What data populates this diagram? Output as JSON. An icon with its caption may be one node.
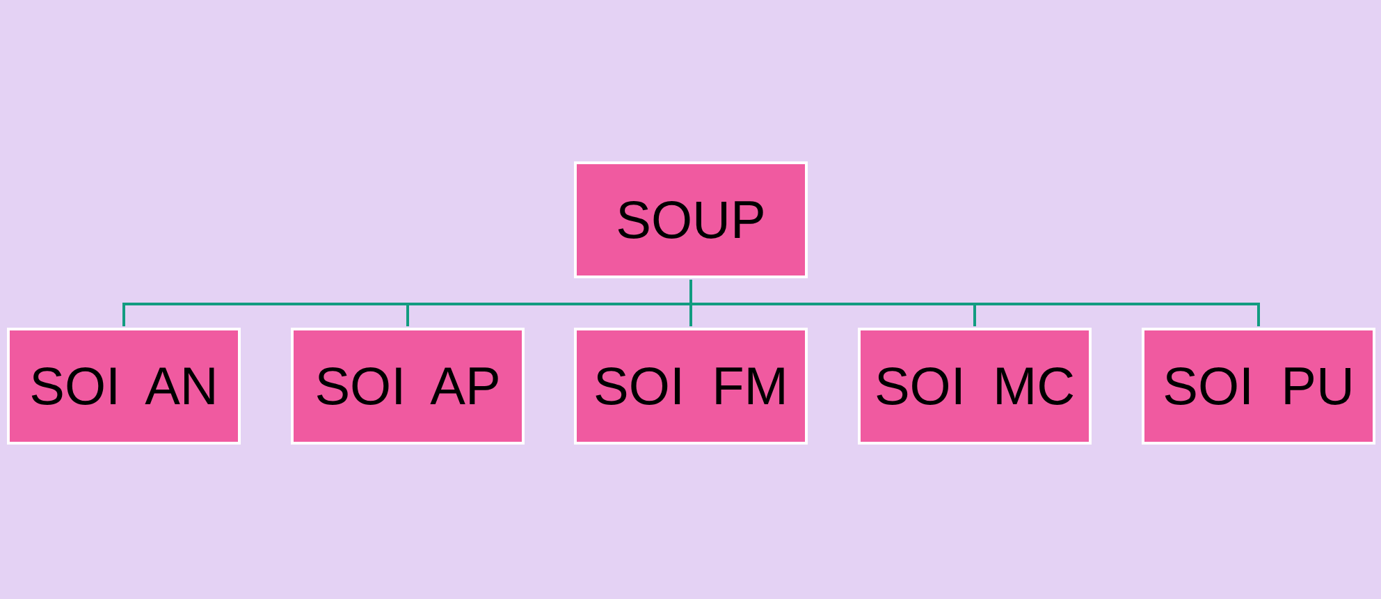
{
  "diagram": {
    "nodes": [
      {
        "text": [
          "SOUP"
        ]
      },
      {
        "text": [
          "SOI AN"
        ]
      },
      {
        "text": [
          "SOI AP"
        ]
      },
      {
        "text": [
          "SOI FM"
        ]
      },
      {
        "text": [
          "SOI MC"
        ]
      },
      {
        "text": [
          "SOI PU"
        ]
      }
    ],
    "edges": [
      {
        "from": 0,
        "to": 1,
        "arrow": "none"
      },
      {
        "from": 0,
        "to": 2,
        "arrow": "none"
      },
      {
        "from": 0,
        "to": 3,
        "arrow": "none"
      },
      {
        "from": 0,
        "to": 4,
        "arrow": "none"
      },
      {
        "from": 0,
        "to": 5,
        "arrow": "none"
      }
    ]
  }
}
